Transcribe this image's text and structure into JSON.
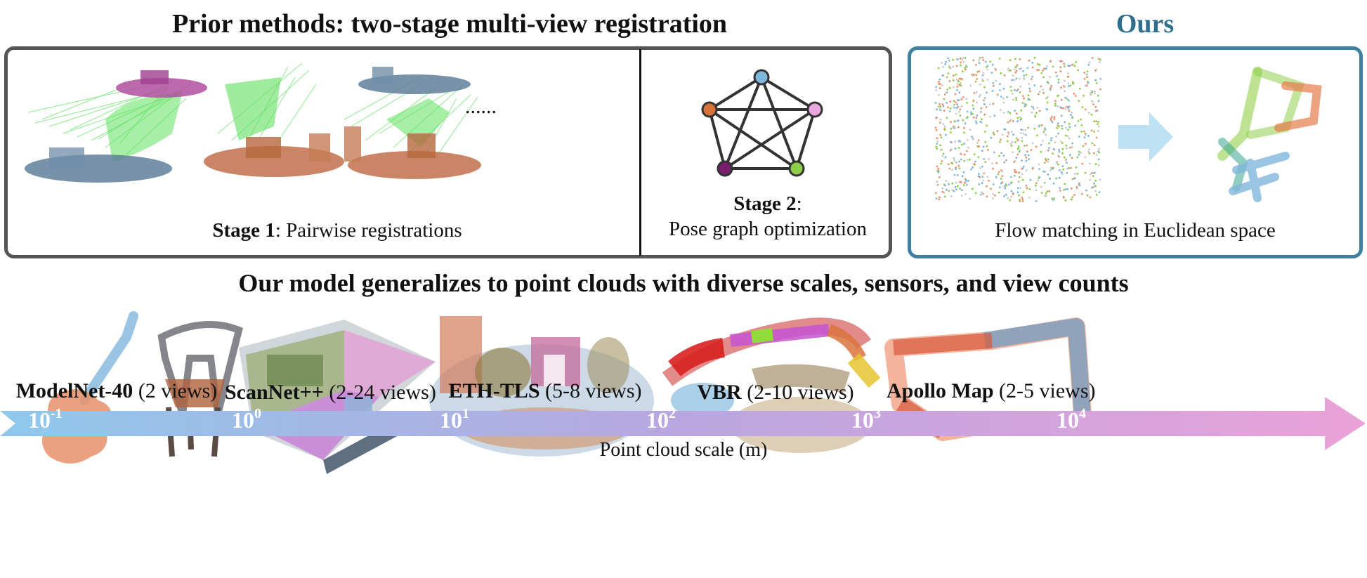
{
  "prior": {
    "title": "Prior methods: two-stage multi-view registration",
    "dots": "......",
    "stage1_bold": "Stage 1",
    "stage1_rest": ": Pairwise registrations",
    "stage2_bold": "Stage 2",
    "stage2_colon": ":",
    "stage2_line2": "Pose graph optimization"
  },
  "ours": {
    "title": "Ours",
    "caption": "Flow matching in Euclidean space"
  },
  "generalize": {
    "title": "Our model generalizes to point clouds with diverse scales, sensors, and view counts"
  },
  "datasets": [
    {
      "name": "ModelNet-40",
      "views": " (2 views)"
    },
    {
      "name": "ScanNet++",
      "views": " (2-24 views)"
    },
    {
      "name": "ETH-TLS",
      "views": " (5-8 views)"
    },
    {
      "name": "VBR",
      "views": " (2-10 views)"
    },
    {
      "name": "Apollo Map",
      "views": " (2-5 views)"
    }
  ],
  "scale_axis": {
    "ticks": [
      {
        "base": "10",
        "exp": "-1"
      },
      {
        "base": "10",
        "exp": "0"
      },
      {
        "base": "10",
        "exp": "1"
      },
      {
        "base": "10",
        "exp": "2"
      },
      {
        "base": "10",
        "exp": "3"
      },
      {
        "base": "10",
        "exp": "4"
      }
    ],
    "label": "Point cloud scale (m)"
  },
  "colors": {
    "prior_border": "#555555",
    "ours_border": "#3f7f9f",
    "ours_title": "#2e6f8e",
    "arrow_start": "#8fc8ec",
    "arrow_end": "#eaa2d8"
  }
}
